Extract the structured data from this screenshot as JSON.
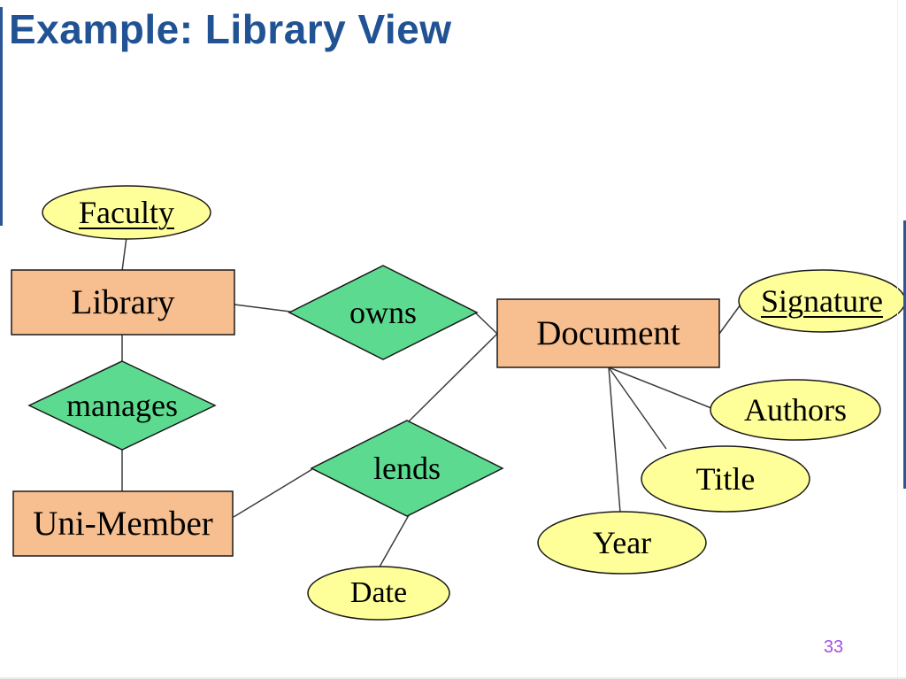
{
  "slide": {
    "title": "Example: Library View",
    "page_number": "33"
  },
  "colors": {
    "title_text": "#215394",
    "entity_fill": "#f7bf8f",
    "relationship_fill": "#5cdb90",
    "attribute_fill": "#ffff99",
    "shape_border": "#1a1a1a",
    "connector_line": "#3c3c3c",
    "page_number_text": "#a64fe3",
    "edge_bar": "#2b5797"
  },
  "diagram": {
    "entities": [
      {
        "id": "library",
        "label": "Library"
      },
      {
        "id": "document",
        "label": "Document"
      },
      {
        "id": "uni_member",
        "label": "Uni-Member"
      }
    ],
    "relationships": [
      {
        "id": "owns",
        "label": "owns"
      },
      {
        "id": "manages",
        "label": "manages"
      },
      {
        "id": "lends",
        "label": "lends"
      }
    ],
    "attributes": [
      {
        "id": "faculty",
        "label": "Faculty",
        "key": true
      },
      {
        "id": "signature",
        "label": "Signature",
        "key": true
      },
      {
        "id": "authors",
        "label": "Authors",
        "key": false
      },
      {
        "id": "title",
        "label": "Title",
        "key": false
      },
      {
        "id": "year",
        "label": "Year",
        "key": false
      },
      {
        "id": "date",
        "label": "Date",
        "key": false
      }
    ],
    "edges": [
      "faculty-library",
      "library-owns",
      "owns-document",
      "library-manages",
      "manages-unimember",
      "unimember-lends",
      "document-lends",
      "lends-date",
      "document-signature",
      "document-authors",
      "document-title",
      "document-year"
    ]
  }
}
